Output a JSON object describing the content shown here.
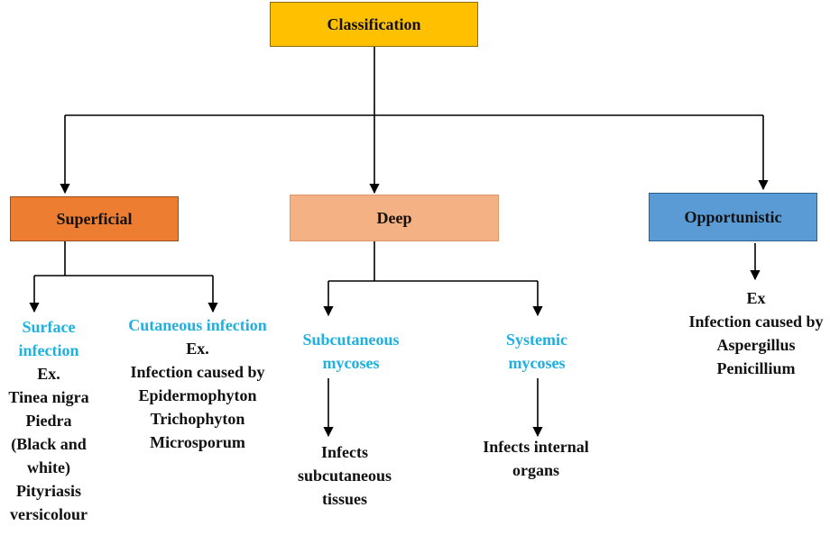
{
  "root": {
    "label": "Classification",
    "fill": "#FFC000"
  },
  "categories": {
    "superficial": {
      "label": "Superficial",
      "fill": "#ED7D31"
    },
    "deep": {
      "label": "Deep",
      "fill": "#F4B183"
    },
    "opportunistic": {
      "label": "Opportunistic",
      "fill": "#5B9BD5"
    }
  },
  "superficial_children": {
    "surface": {
      "title": [
        "Surface",
        "infection"
      ],
      "body": [
        "Ex.",
        "Tinea nigra",
        "Piedra",
        "(Black and",
        "white)",
        "Pityriasis",
        "versicolour"
      ]
    },
    "cutaneous": {
      "title": [
        "Cutaneous infection"
      ],
      "body": [
        "Ex.",
        "Infection caused by",
        "Epidermophyton",
        "Trichophyton",
        "Microsporum"
      ]
    }
  },
  "deep_children": {
    "subcutaneous": {
      "title": [
        "Subcutaneous",
        "mycoses"
      ],
      "body": [
        "Infects",
        "subcutaneous",
        "tissues"
      ]
    },
    "systemic": {
      "title": [
        "Systemic",
        "mycoses"
      ],
      "body": [
        "Infects internal",
        "organs"
      ]
    }
  },
  "opportunistic_detail": {
    "body": [
      "Ex",
      "Infection caused by",
      "Aspergillus",
      "Penicillium"
    ]
  },
  "colors": {
    "highlight_text": "#1FB0E0",
    "line": "#000000"
  }
}
